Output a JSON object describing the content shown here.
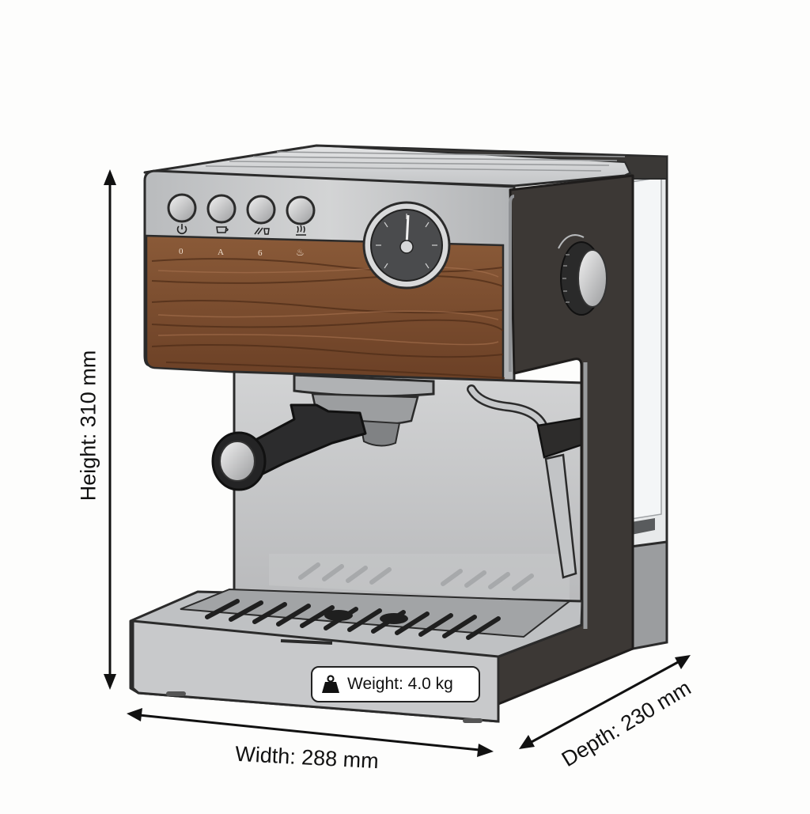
{
  "dimensions": {
    "height_label": "Height: 310 mm",
    "width_label": "Width: 288 mm",
    "depth_label": "Depth: 230 mm",
    "weight_label": "Weight: 4.0 kg"
  },
  "controls": {
    "indicators": [
      "0",
      "A",
      "6",
      "♨"
    ],
    "icons": [
      "power-icon",
      "cup-icon",
      "double-cup-icon",
      "steam-icon"
    ]
  },
  "colors": {
    "steel": "#c9cacb",
    "steel_dark": "#8f9194",
    "wood": "#7a4b2d",
    "side_panel": "#3c3835",
    "outline": "#2b2b2b"
  }
}
